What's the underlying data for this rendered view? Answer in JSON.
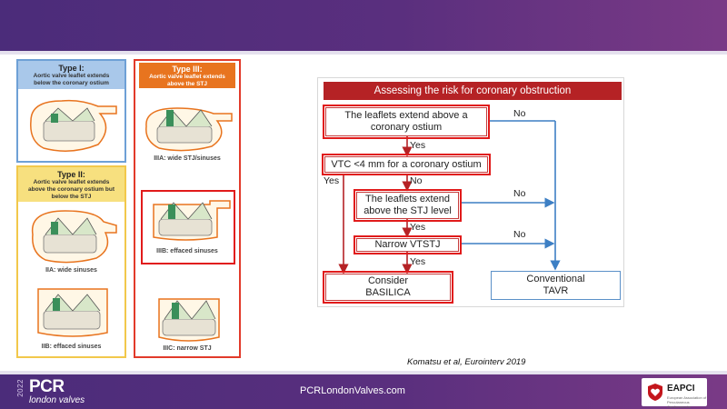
{
  "header": {
    "bar_color": "#5a2f7e"
  },
  "anatomy": {
    "type1": {
      "title": "Type I:",
      "description": "Aortic valve leaflet extends below the coronary ostium",
      "color": "#6ea0d6"
    },
    "type2": {
      "title": "Type II:",
      "description": "Aortic valve leaflet extends above the coronary ostium but below the STJ",
      "color": "#f2c84b",
      "subtypes": [
        {
          "label": "IIA: wide sinuses"
        },
        {
          "label": "IIB: effaced sinuses"
        }
      ]
    },
    "type3": {
      "title": "Type III:",
      "description": "Aortic valve leaflet extends above the STJ",
      "color": "#e8741f",
      "subtypes": [
        {
          "label": "IIIA: wide STJ/sinuses"
        },
        {
          "label": "IIIB: effaced sinuses"
        },
        {
          "label": "IIIC: narrow STJ"
        }
      ]
    }
  },
  "flowchart": {
    "title": "Assessing the risk for coronary obstruction",
    "header_color": "#b52225",
    "highlight_color": "#e11b1b",
    "nodes": {
      "leaflets_above_ostium": "The leaflets extend above a coronary ostium",
      "vtc": "VTC <4 mm for a coronary ostium",
      "leaflets_above_stj": "The leaflets extend above the STJ level",
      "narrow_vtstj": "Narrow VTSTJ",
      "basilica": "Consider BASILICA",
      "tavr": "Conventional TAVR"
    },
    "edge_labels": {
      "no_1": "No",
      "yes_1": "Yes",
      "yes_2": "Yes",
      "no_2": "No",
      "no_3": "No",
      "yes_3": "Yes",
      "no_4": "No",
      "yes_4": "Yes"
    }
  },
  "citation": "Komatsu et al, Eurointerv 2019",
  "footer": {
    "logo_year": "2022",
    "logo_main": "PCR",
    "logo_sub": "london valves",
    "url": "PCRLondonValves.com",
    "partner_logo": "EAPCI",
    "partner_sub": "European Association of Percutaneous Cardiovascular Interventions"
  }
}
